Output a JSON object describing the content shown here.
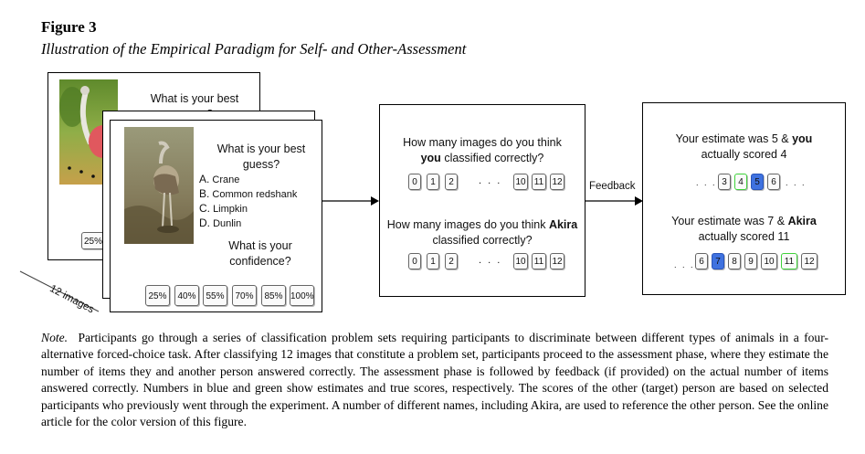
{
  "figure": {
    "label": "Figure 3",
    "title": "Illustration of the Empirical Paradigm for Self- and Other-Assessment"
  },
  "back_card": {
    "question": "What is your best guess?",
    "confidence_button": "25%"
  },
  "front_card": {
    "question": "What is your best guess?",
    "options": [
      {
        "letter": "A.",
        "text": "Crane"
      },
      {
        "letter": "B.",
        "text": "Common redshank"
      },
      {
        "letter": "C.",
        "text": "Limpkin"
      },
      {
        "letter": "D.",
        "text": "Dunlin"
      }
    ],
    "confidence_question": "What is your confidence?",
    "confidence_buttons": [
      "25%",
      "40%",
      "55%",
      "70%",
      "85%",
      "100%"
    ]
  },
  "stack_label": "12 images",
  "assessment_card": {
    "self_question_pre": "How many images do you think",
    "self_question_bold": "you",
    "self_question_post": "classified correctly?",
    "other_question_pre": "How many images do you think",
    "other_question_bold": "Akira",
    "other_question_post": "classified correctly?",
    "buttons_left": [
      "0",
      "1",
      "2"
    ],
    "ellipsis": ". . .",
    "buttons_right": [
      "10",
      "11",
      "12"
    ]
  },
  "arrow_label": "Feedback",
  "feedback_card": {
    "self_line1_pre": "Your estimate was 5 &",
    "self_line1_bold": "you",
    "self_line2": "actually scored 4",
    "self_row": [
      "3",
      "4",
      "5",
      "6"
    ],
    "self_blue": "5",
    "self_green": "4",
    "other_line1_pre": "Your estimate was 7 &",
    "other_line1_bold": "Akira",
    "other_line2": "actually scored 11",
    "other_row": [
      "6",
      "7",
      "8",
      "9",
      "10",
      "11",
      "12"
    ],
    "other_blue": "7",
    "other_green": "11",
    "lead_dots": ". . .",
    "trail_dots": ". . .",
    "highlight_colors": {
      "estimate": "#3f72e0",
      "true_score": "#3fd13a"
    }
  },
  "note": {
    "lead": "Note.",
    "text": "Participants go through a series of classification problem sets requiring participants to discriminate between different types of animals in a four-alternative forced-choice task. After classifying 12 images that constitute a problem set, participants proceed to the assessment phase, where they estimate the number of items they and another person answered correctly. The assessment phase is followed by feedback (if provided) on the actual number of items answered correctly. Numbers in blue and green show estimates and true scores, respectively. The scores of the other (target) person are based on selected participants who previously went through the experiment. A number of different names, including Akira, are used to reference the other person. See the online article for the color version of this figure."
  }
}
